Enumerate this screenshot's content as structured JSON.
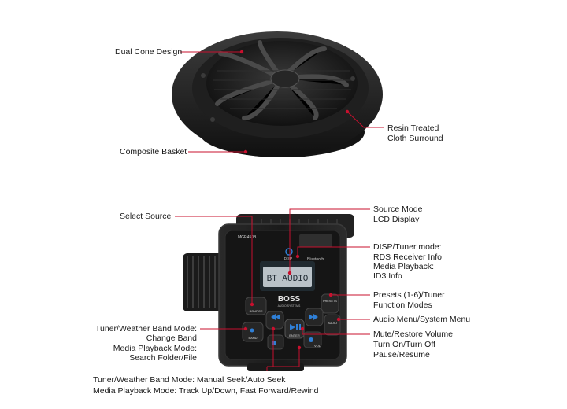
{
  "speaker": {
    "callouts": {
      "dual_cone": "Dual Cone Design",
      "resin_line1": "Resin Treated",
      "resin_line2": "Cloth Surround",
      "basket": "Composite Basket"
    }
  },
  "receiver": {
    "model": "MGR450B",
    "lcd_text": "BT AUDIO",
    "bluetooth_text": "Bluetooth",
    "disp_label": "DISP",
    "brand_top": "BOSS",
    "brand_sub": "AUDIO SYSTEMS",
    "buttons": {
      "source": "SOURCE",
      "band": "BAND",
      "enter": "ENTER",
      "vol": "VOL",
      "presets": "PRESETS",
      "audio": "AUDIO"
    },
    "callouts": {
      "select_source": "Select Source",
      "lcd_line1": "Source Mode",
      "lcd_line2": "LCD Display",
      "disp_line1": "DISP/Tuner mode:",
      "disp_line2": "RDS Receiver Info",
      "disp_line3": "Media Playback:",
      "disp_line4": "ID3 Info",
      "presets_line1": "Presets (1-6)/Tuner",
      "presets_line2": "Function Modes",
      "audio_menu": "Audio Menu/System Menu",
      "mute_line1": "Mute/Restore Volume",
      "mute_line2": "Turn On/Turn Off",
      "mute_line3": "Pause/Resume",
      "band_line1": "Tuner/Weather Band Mode:",
      "band_line2": "Change Band",
      "band_line3": "Media Playback Mode:",
      "band_line4": "Search Folder/File",
      "seek_line1": "Tuner/Weather Band Mode: Manual Seek/Auto Seek",
      "seek_line2": "Media Playback Mode: Track Up/Down, Fast Forward/Rewind"
    }
  },
  "colors": {
    "leader": "#c8102e",
    "device": "#1c1c1c",
    "lcd_background": "#b9c2c8",
    "button_accent": "#2f7fd6"
  }
}
